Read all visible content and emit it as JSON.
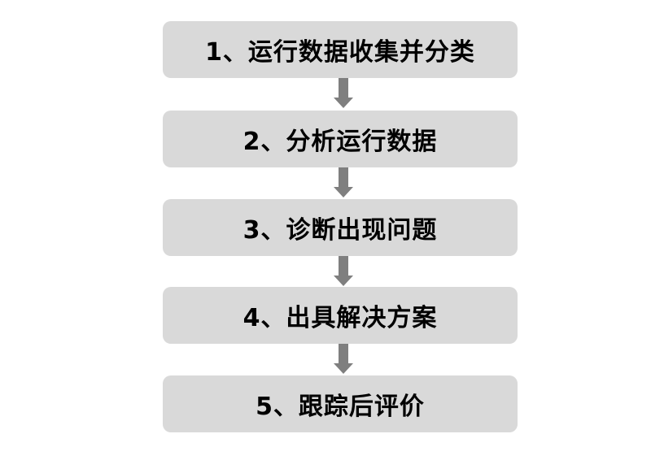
{
  "steps": [
    {
      "label": "1、运行数据收集并分类"
    },
    {
      "label": "2、分析运行数据"
    },
    {
      "label": "3、诊断出现问题"
    },
    {
      "label": "4、出具解决方案"
    },
    {
      "label": "5、跟踪后评价"
    }
  ],
  "colors": {
    "box_fill": "#d9d9d9",
    "arrow": "#7f7f7f",
    "text": "#000000"
  }
}
